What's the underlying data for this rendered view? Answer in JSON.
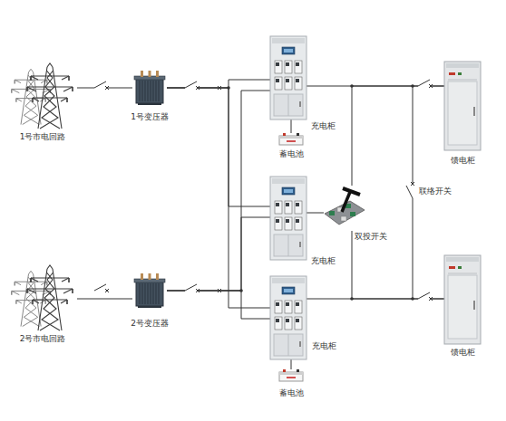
{
  "diagram": {
    "nodes": [
      {
        "text": [
          "1号市电回路"
        ]
      },
      {
        "text": [
          "1号变压器"
        ]
      },
      {
        "text": [
          "充电柜"
        ]
      },
      {
        "text": [
          "蓄电池"
        ]
      },
      {
        "text": [
          "馈电柜"
        ]
      },
      {
        "text": [
          "充电柜"
        ]
      },
      {
        "text": [
          "双投开关"
        ]
      },
      {
        "text": [
          "2号市电回路"
        ]
      },
      {
        "text": [
          "2号变压器"
        ]
      },
      {
        "text": [
          "充电柜"
        ]
      },
      {
        "text": [
          "馈电柜"
        ]
      },
      {
        "text": [
          "蓄电池"
        ]
      }
    ],
    "edges": [
      {
        "from": 0,
        "to": 1,
        "arrow": "none"
      },
      {
        "from": 1,
        "to": 2,
        "arrow": "none"
      },
      {
        "from": 1,
        "to": 5,
        "arrow": "none"
      },
      {
        "from": 1,
        "to": 9,
        "arrow": "none"
      },
      {
        "from": 2,
        "to": 3,
        "arrow": "none"
      },
      {
        "from": 2,
        "to": 4,
        "arrow": "none"
      },
      {
        "from": 5,
        "to": 6,
        "arrow": "none"
      },
      {
        "from": 6,
        "to": 4,
        "arrow": "none"
      },
      {
        "from": 6,
        "to": 10,
        "arrow": "none"
      },
      {
        "from": 7,
        "to": 8,
        "arrow": "none"
      },
      {
        "from": 8,
        "to": 2,
        "arrow": "none"
      },
      {
        "from": 8,
        "to": 5,
        "arrow": "none"
      },
      {
        "from": 8,
        "to": 9,
        "arrow": "none"
      },
      {
        "from": 9,
        "to": 10,
        "arrow": "none"
      },
      {
        "from": 9,
        "to": 11,
        "arrow": "none"
      }
    ],
    "labels": [
      "联络开关"
    ]
  }
}
